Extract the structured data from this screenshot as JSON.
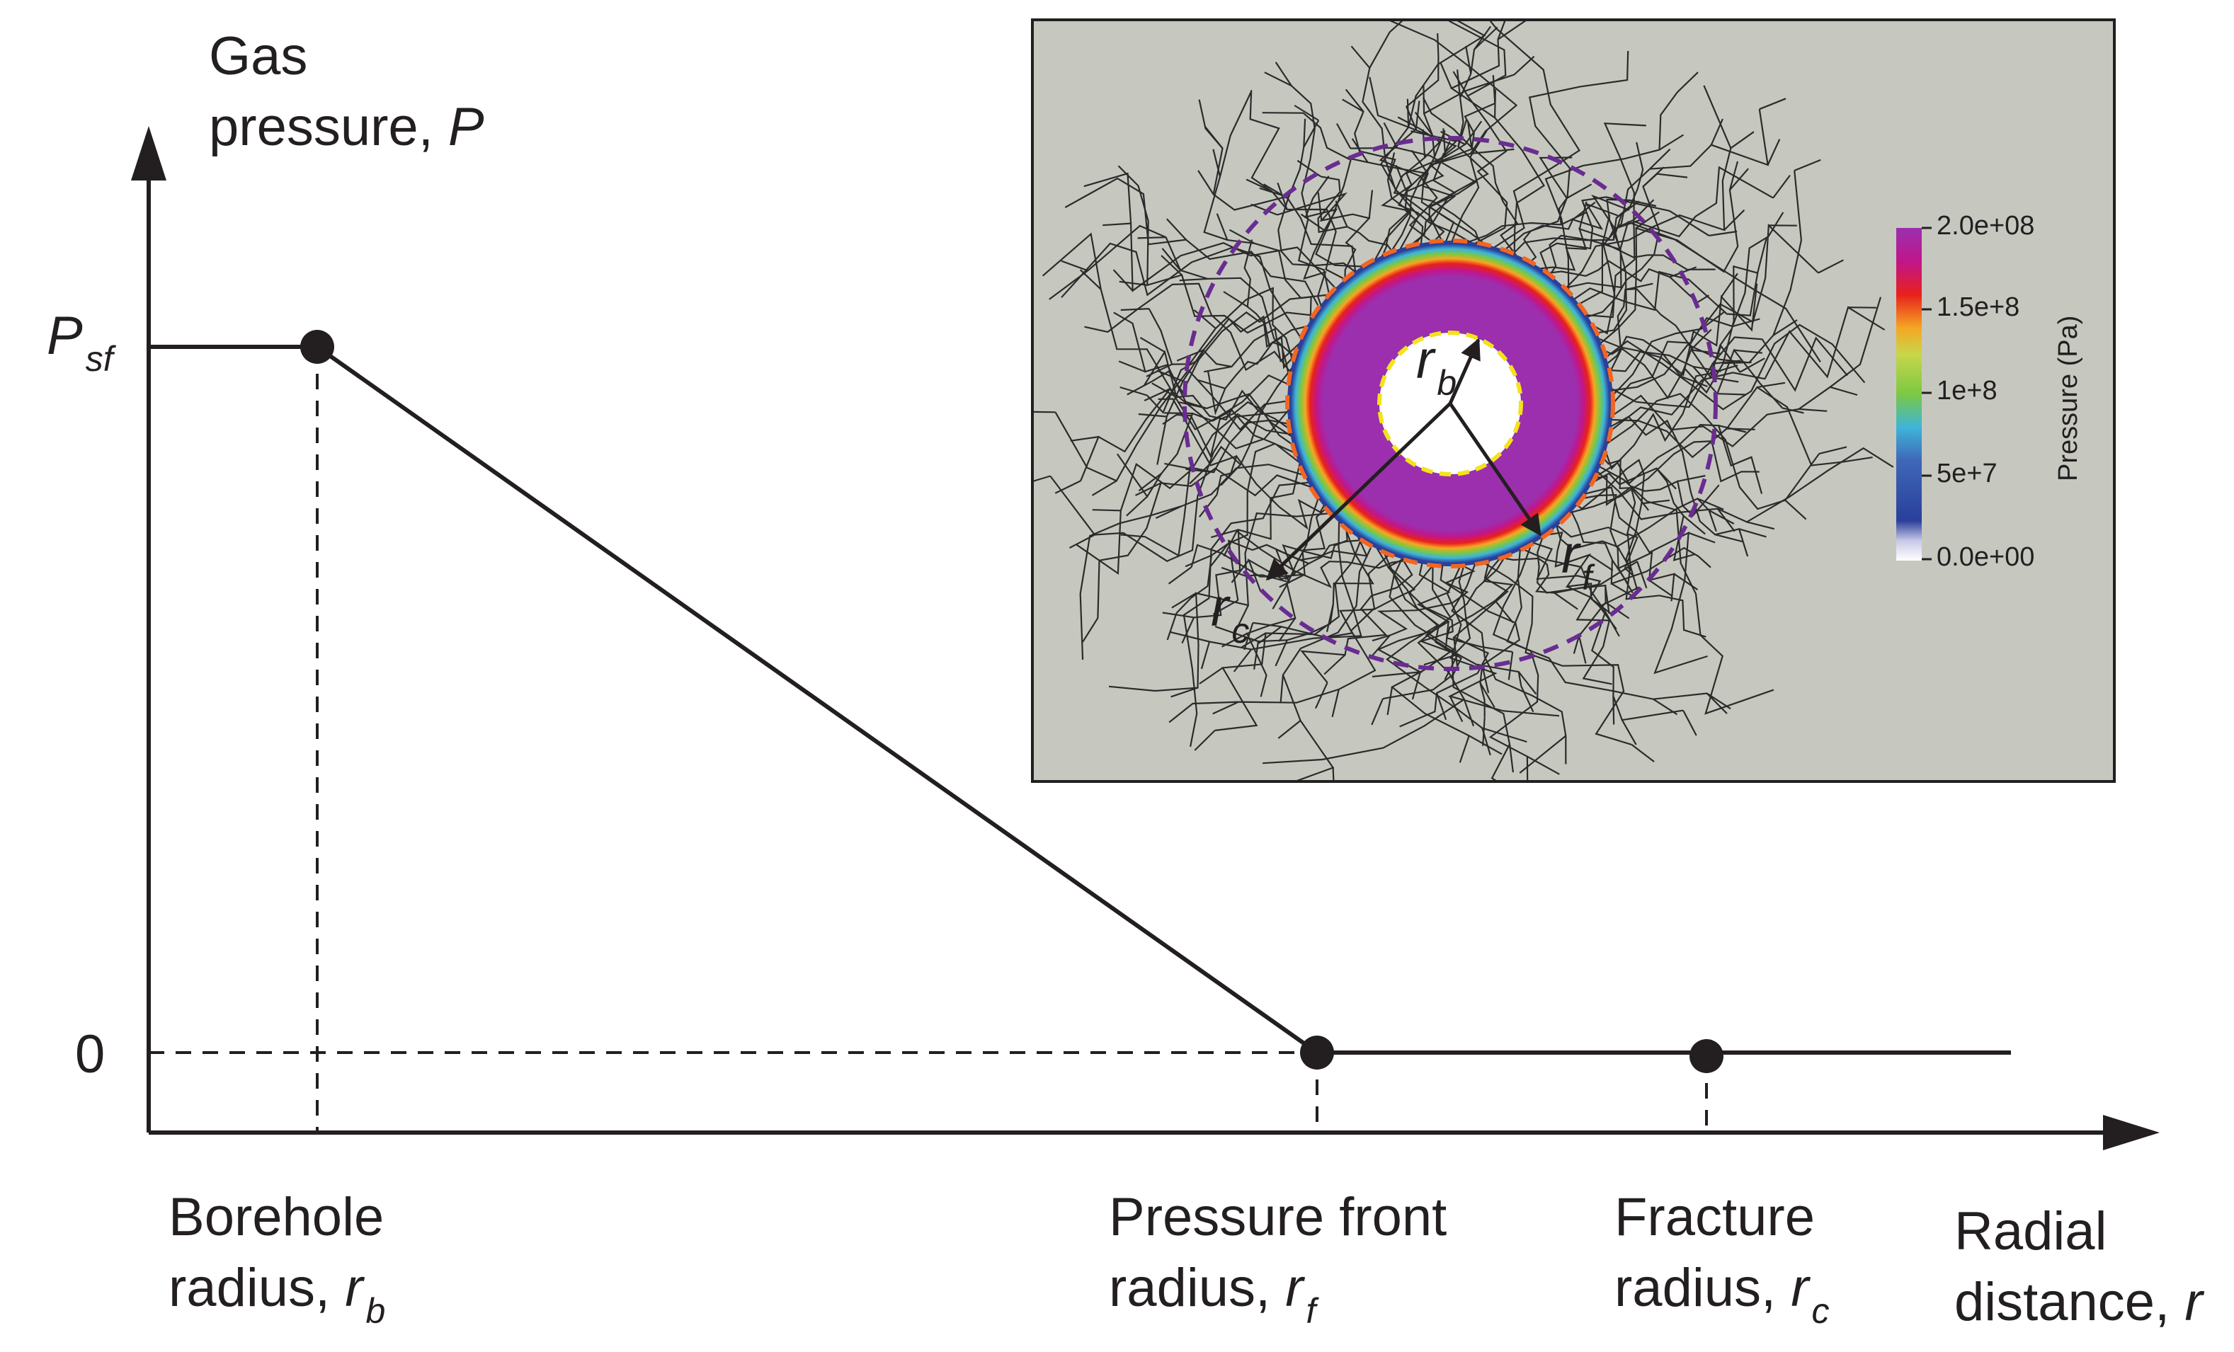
{
  "diagram": {
    "y_axis": {
      "title_line1": "Gas",
      "title_line2": "pressure, ",
      "title_symbol": "P"
    },
    "x_axis": {
      "title_line1": "Radial",
      "title_line2": "distance, ",
      "title_symbol": "r"
    },
    "y_ticks": {
      "psf_symbol": "P",
      "psf_subscript": "sf",
      "zero": "0"
    },
    "x_markers": [
      {
        "line1": "Borehole",
        "line2": "radius, ",
        "symbol": "r",
        "subscript": "b"
      },
      {
        "line1": "Pressure front",
        "line2": "radius, ",
        "symbol": "r",
        "subscript": "f"
      },
      {
        "line1": "Fracture",
        "line2": "radius, ",
        "symbol": "r",
        "subscript": "c"
      }
    ]
  },
  "inset": {
    "background_color": "#c6c8bf",
    "radius_labels": [
      {
        "symbol": "r",
        "subscript": "b"
      },
      {
        "symbol": "r",
        "subscript": "f"
      },
      {
        "symbol": "r",
        "subscript": "c"
      }
    ],
    "colorbar": {
      "title": "Pressure (Pa)",
      "ticks": [
        "2.0e+08",
        "1.5e+8",
        "1e+8",
        "5e+7",
        "0.0e+00"
      ],
      "colors": [
        "#ffffff",
        "#2a3f9a",
        "#3fb4d8",
        "#7ac943",
        "#f5a623",
        "#e8201c",
        "#c0168c",
        "#9b2fae"
      ]
    },
    "circle_colors": {
      "borehole": "#f4e21b",
      "front": "#f26522",
      "fracture": "#6a2c91"
    }
  }
}
